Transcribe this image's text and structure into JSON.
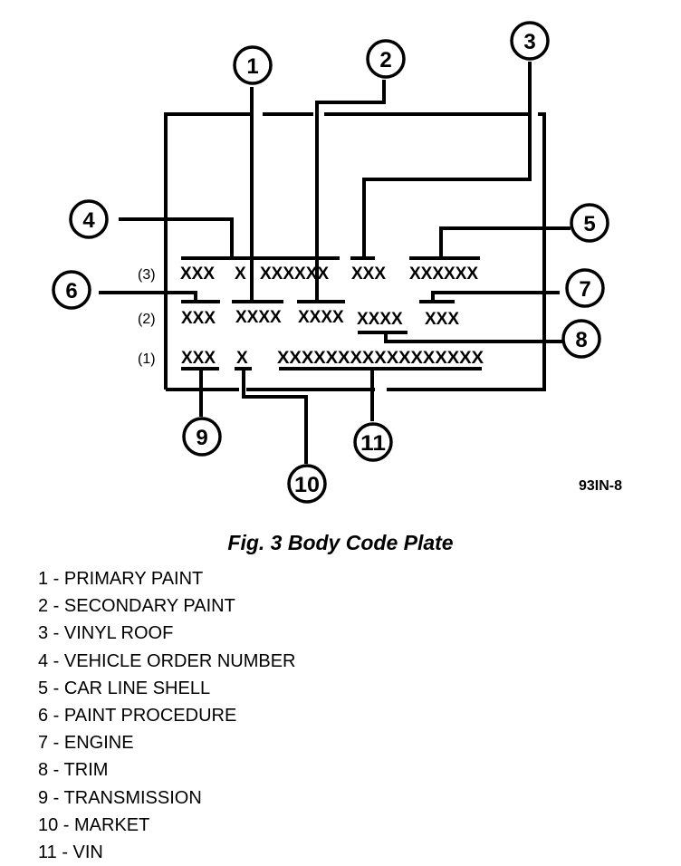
{
  "figure_id": "93IN-8",
  "caption": "Fig. 3 Body Code Plate",
  "row_labels": [
    "(3)",
    "(2)",
    "(1)"
  ],
  "plate_rows": {
    "row3": [
      "XXX",
      "X",
      "XXXXXX",
      "XXX",
      "XXXXXX"
    ],
    "row2": [
      "XXX",
      "XXXX",
      "XXXX",
      "XXXX",
      "XXX"
    ],
    "row1": [
      "XXX",
      "X",
      "XXXXXXXXXXXXXXXXX"
    ]
  },
  "callouts": [
    "1",
    "2",
    "3",
    "4",
    "5",
    "6",
    "7",
    "8",
    "9",
    "10",
    "11"
  ],
  "legend": [
    "1 - PRIMARY PAINT",
    "2 - SECONDARY PAINT",
    "3 - VINYL ROOF",
    "4 - VEHICLE ORDER NUMBER",
    "5 - CAR LINE SHELL",
    "6 - PAINT PROCEDURE",
    "7 - ENGINE",
    "8 - TRIM",
    "9 - TRANSMISSION",
    "10 - MARKET",
    "11 - VIN"
  ]
}
